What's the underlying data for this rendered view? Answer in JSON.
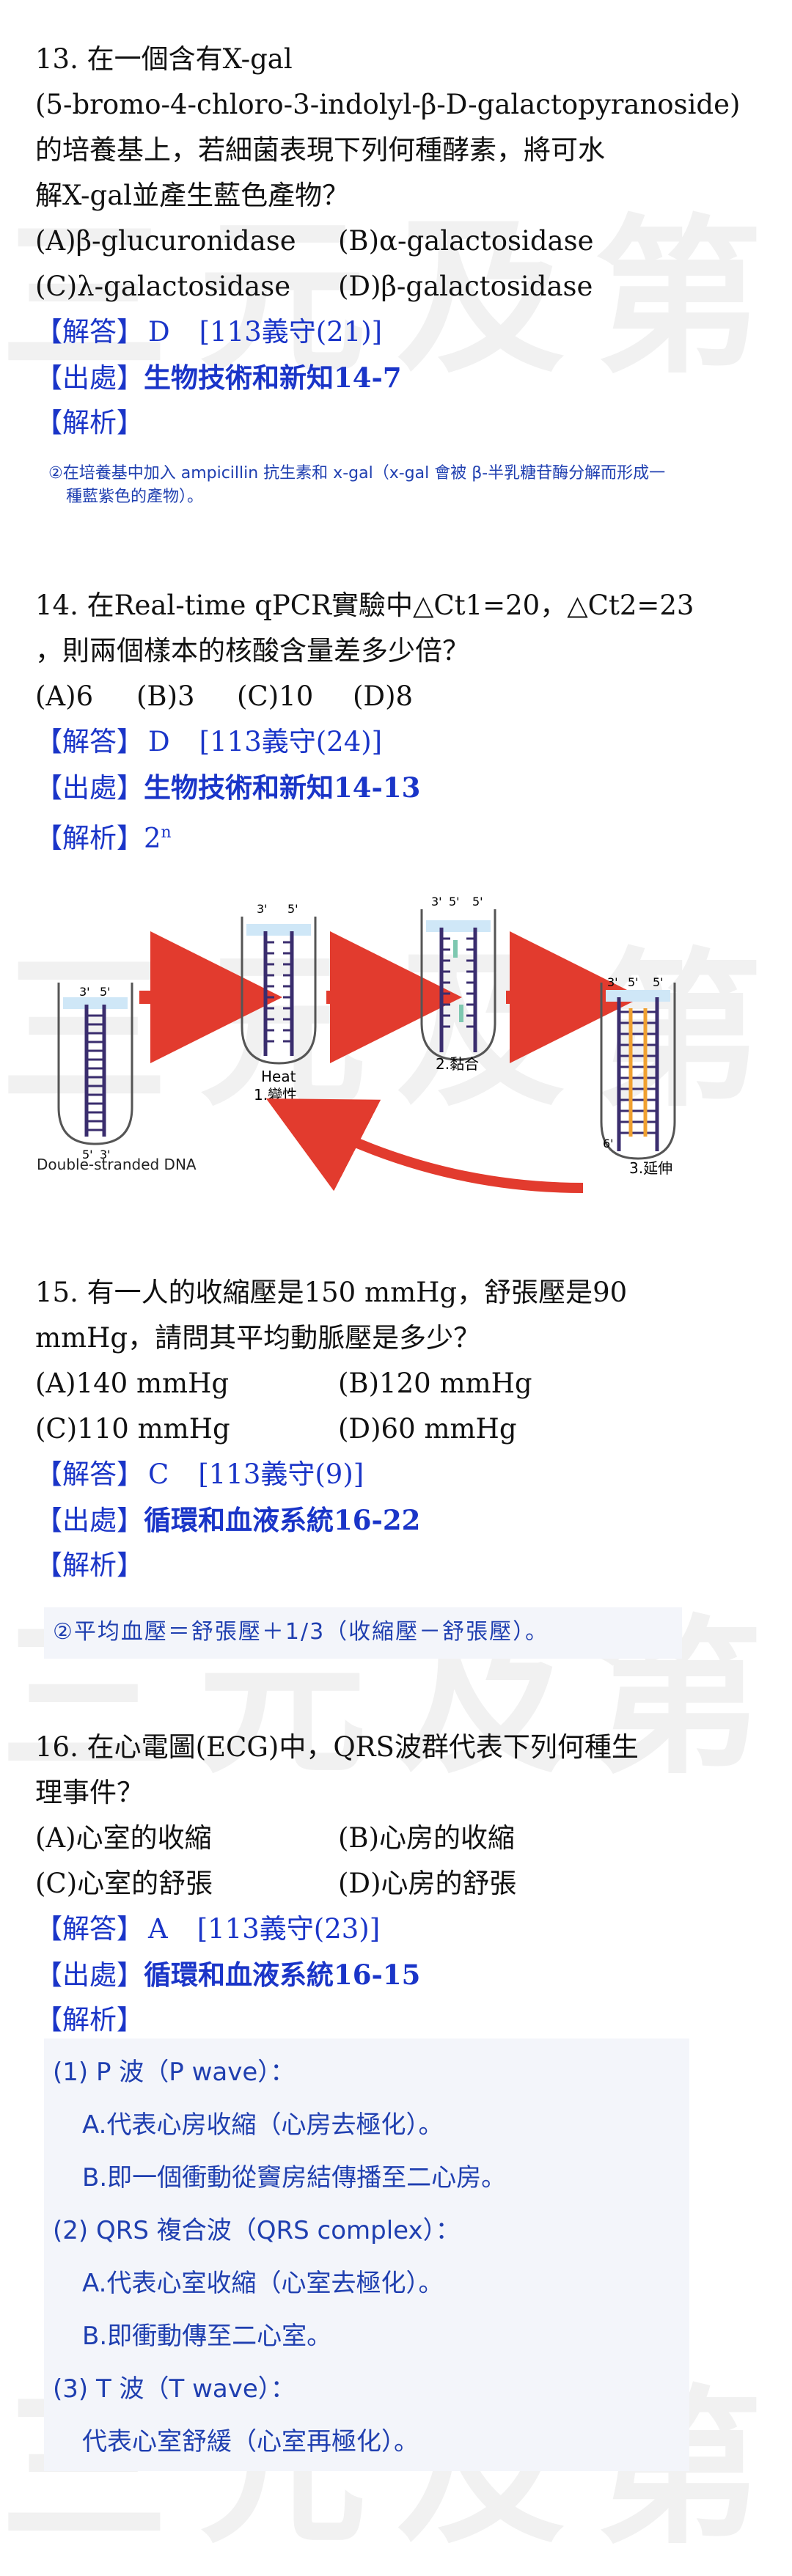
{
  "watermark": "三元及第",
  "q13": {
    "lines": [
      "13. 在一個含有X-gal",
      "(5-bromo-4-chloro-3-indolyl-β-D-galactopyranoside)",
      "的培養基上，若細菌表現下列何種酵素，將可水",
      "解X-gal並產生藍色產物？"
    ],
    "options": [
      "(A)β-glucuronidase",
      "(B)α-galactosidase",
      "(C)λ-galactosidase",
      "(D)β-galactosidase"
    ],
    "answer_label": "【解答】",
    "answer": "D",
    "answer_ref": "[113義守(21)]",
    "source_label": "【出處】",
    "source": "生物技術和新知14-7",
    "analysis_label": "【解析】",
    "note_line1": "②在培養基中加入 ampicillin 抗生素和 x-gal（x-gal 會被 β-半乳糖苷酶分解而形成一",
    "note_line2": "種藍紫色的產物）。"
  },
  "q14": {
    "lines": [
      "14. 在Real-time qPCR實驗中△Ct1=20，△Ct2=23",
      "，則兩個樣本的核酸含量差多少倍？"
    ],
    "options": [
      "(A)6",
      "(B)3",
      "(C)10",
      "(D)8"
    ],
    "answer_label": "【解答】",
    "answer": "D",
    "answer_ref": "[113義守(24)]",
    "source_label": "【出處】",
    "source": "生物技術和新知14-13",
    "analysis_label": "【解析】",
    "analysis": "2",
    "analysis_sup": "n",
    "diagram": {
      "ds_label": "Double-stranded DNA",
      "heat": "Heat",
      "step1": "1.變性",
      "step2": "2.黏合",
      "step3": "3.延伸",
      "p3": "3'",
      "p5": "5'",
      "p6": "6'"
    }
  },
  "q15": {
    "lines": [
      "15. 有一人的收縮壓是150 mmHg，舒張壓是90",
      "mmHg，請問其平均動脈壓是多少？"
    ],
    "options": [
      "(A)140 mmHg",
      "(B)120 mmHg",
      "(C)110 mmHg",
      "(D)60 mmHg"
    ],
    "answer_label": "【解答】",
    "answer": "C",
    "answer_ref": "[113義守(9)]",
    "source_label": "【出處】",
    "source": "循環和血液系統16-22",
    "analysis_label": "【解析】",
    "note": "②平均血壓＝舒張壓＋1/3（收縮壓－舒張壓）。"
  },
  "q16": {
    "lines": [
      "16. 在心電圖(ECG)中，QRS波群代表下列何種生",
      "理事件？"
    ],
    "options": [
      "(A)心室的收縮",
      "(B)心房的收縮",
      "(C)心室的舒張",
      "(D)心房的舒張"
    ],
    "answer_label": "【解答】",
    "answer": "A",
    "answer_ref": "[113義守(23)]",
    "source_label": "【出處】",
    "source": "循環和血液系統16-15",
    "analysis_label": "【解析】",
    "notes": [
      "(1) P 波（P wave）：",
      "A.代表心房收縮（心房去極化）。",
      "B.即一個衝動從竇房結傳播至二心房。",
      "(2) QRS 複合波（QRS complex）：",
      "A.代表心室收縮（心室去極化）。",
      "B.即衝動傳至二心室。",
      "(3) T 波（T wave）：",
      "代表心室舒緩（心室再極化）。"
    ]
  }
}
